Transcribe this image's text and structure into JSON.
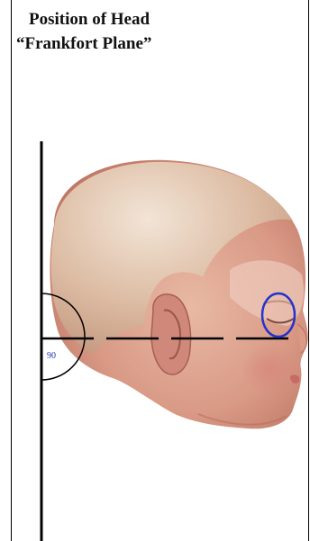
{
  "title": {
    "line1": "Position of Head",
    "line2": "“Frankfort Plane”"
  },
  "diagram": {
    "angle_label": "90"
  }
}
